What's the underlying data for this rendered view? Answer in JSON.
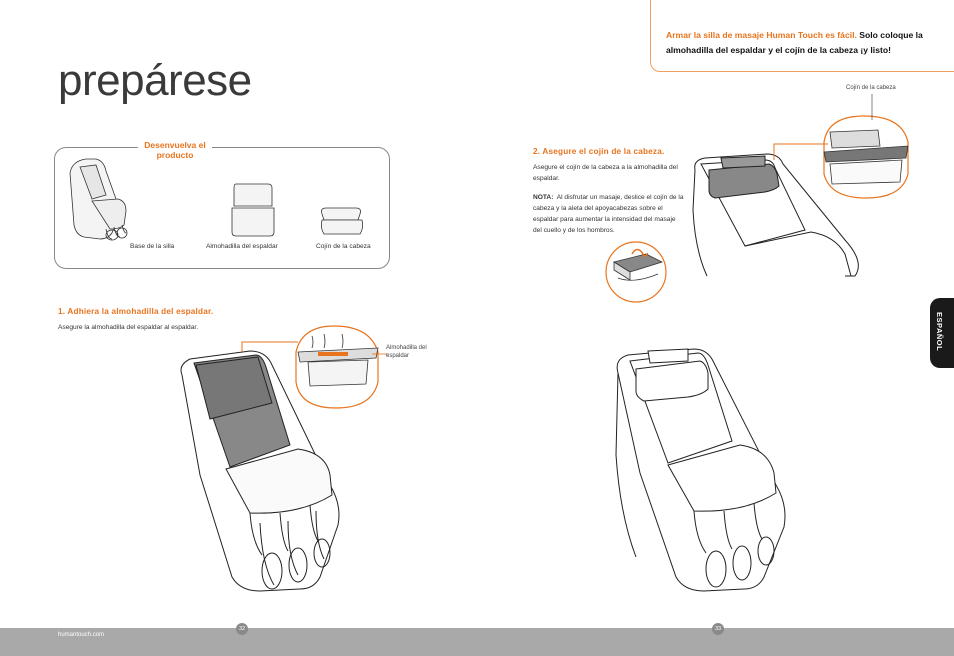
{
  "intro": {
    "highlight": "Armar la silla de masaje Human Touch es fácil.",
    "rest": "Solo coloque la almohadilla del espaldar y el cojín de la cabeza ¡y listo!"
  },
  "title": "prepárese",
  "unwrap": {
    "title": "Desenvuelva el producto",
    "items": [
      {
        "label": "Base de la silla"
      },
      {
        "label": "Almohadilla del espaldar"
      },
      {
        "label": "Cojín de la cabeza"
      }
    ]
  },
  "step1": {
    "title": "1. Adhiera la almohadilla del espaldar.",
    "text": "Asegure la almohadilla del espaldar al espaldar.",
    "callout": "Almohadilla del espaldar"
  },
  "step2": {
    "title": "2. Asegure el cojín de la cabeza.",
    "text": "Asegure el cojín de la cabeza a la almohadilla del espaldar.",
    "note_label": "NOTA:",
    "note_text": "Al disfrutar un masaje, deslice el cojín de la cabeza y la aleta del apoyacabezas sobre el espaldar para aumentar la intensidad del masaje del cuello y de los hombros.",
    "callout": "Cojín de la cabeza"
  },
  "side_tab": "ESPAÑOL",
  "footer": {
    "url": "humantouch.com",
    "page_left": "32",
    "page_right": "33"
  },
  "colors": {
    "accent": "#e8741e",
    "footer": "#a9a9a9",
    "tab": "#1a1a1a"
  }
}
